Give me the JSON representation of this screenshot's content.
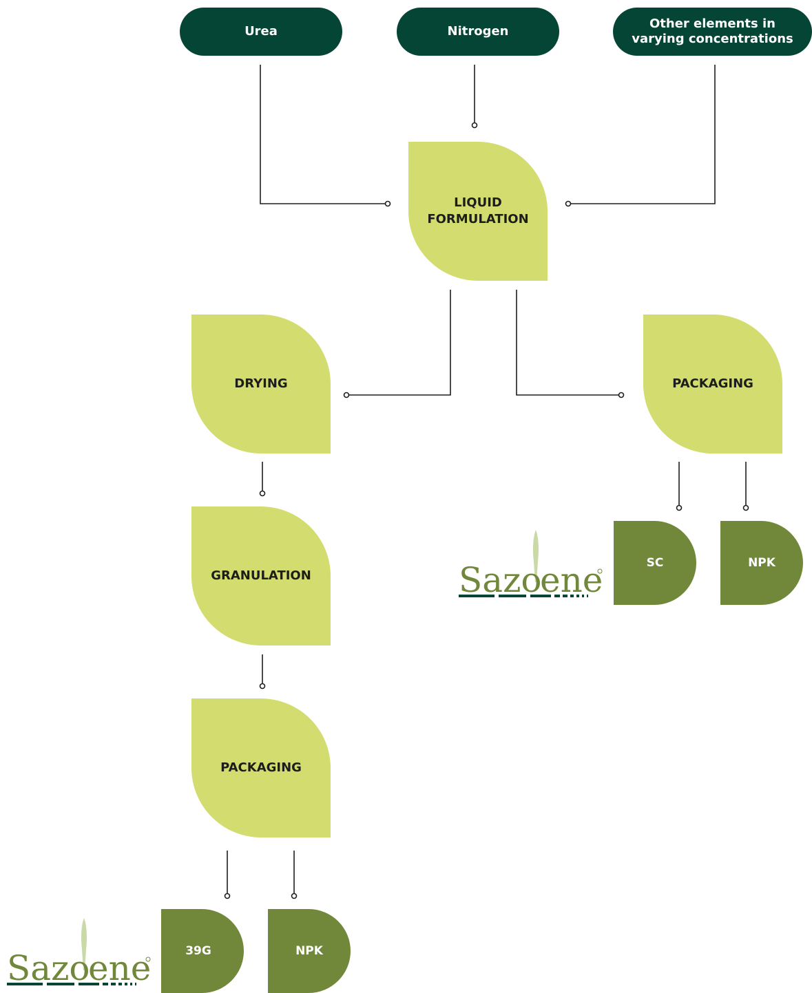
{
  "inputs": [
    {
      "label": "Urea"
    },
    {
      "label": "Nitrogen"
    },
    {
      "label": "Other elements in varying concentrations"
    }
  ],
  "steps": {
    "liquid_formulation": "LIQUID FORMULATION",
    "drying": "DRYING",
    "granulation": "GRANULATION",
    "packaging_left": "PACKAGING",
    "packaging_right": "PACKAGING"
  },
  "products": {
    "right": [
      "SC",
      "NPK"
    ],
    "left": [
      "39G",
      "NPK"
    ]
  },
  "brand": {
    "name": "Sazolene"
  },
  "colors": {
    "dark_green": "#054535",
    "lime": "#d3dc6e",
    "olive": "#71873a"
  }
}
